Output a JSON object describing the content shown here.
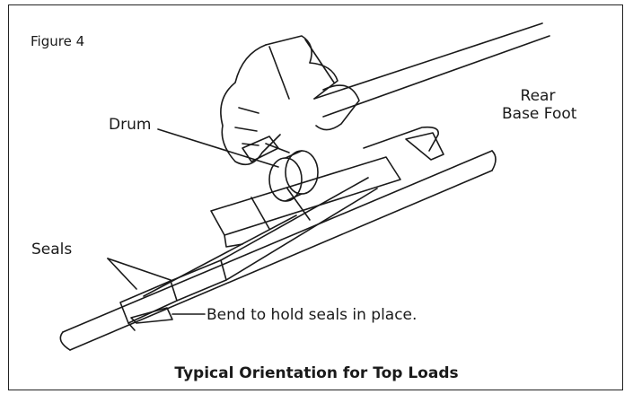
{
  "figure": {
    "number_label": "Figure 4",
    "caption": "Typical Orientation for Top Loads"
  },
  "callouts": {
    "drum": "Drum",
    "rear_line1": "Rear",
    "rear_line2": "Base Foot",
    "seals": "Seals",
    "bend": "Bend to hold seals in place."
  },
  "colors": {
    "line": "#1a1a1a",
    "background": "#ffffff"
  }
}
